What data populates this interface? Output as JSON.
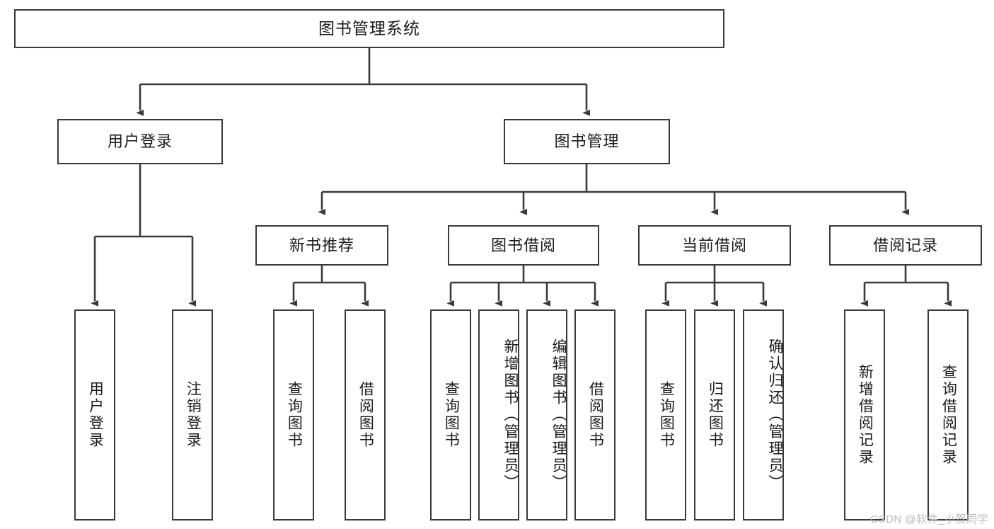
{
  "diagram": {
    "title": "图书管理系统",
    "type": "tree",
    "root": {
      "id": "root",
      "label": "图书管理系统"
    },
    "level1": [
      {
        "id": "user-login",
        "label": "用户登录"
      },
      {
        "id": "book-manage",
        "label": "图书管理"
      }
    ],
    "level2": [
      {
        "id": "new-book-recommend",
        "label": "新书推荐",
        "parent": "book-manage"
      },
      {
        "id": "book-borrow",
        "label": "图书借阅",
        "parent": "book-manage"
      },
      {
        "id": "current-borrow",
        "label": "当前借阅",
        "parent": "book-manage"
      },
      {
        "id": "borrow-record",
        "label": "借阅记录",
        "parent": "book-manage"
      }
    ],
    "leaves": [
      {
        "id": "leaf-user-login",
        "label": "用户登录",
        "parent": "user-login"
      },
      {
        "id": "leaf-user-logout",
        "label": "注销登录",
        "parent": "user-login"
      },
      {
        "id": "leaf-query-book-1",
        "label": "查询图书",
        "parent": "new-book-recommend"
      },
      {
        "id": "leaf-borrow-book-1",
        "label": "借阅图书",
        "parent": "new-book-recommend"
      },
      {
        "id": "leaf-query-book-2",
        "label": "查询图书",
        "parent": "book-borrow"
      },
      {
        "id": "leaf-add-book",
        "label": "新增图书（管理员）",
        "parent": "book-borrow"
      },
      {
        "id": "leaf-edit-book",
        "label": "编辑图书（管理员）",
        "parent": "book-borrow"
      },
      {
        "id": "leaf-borrow-book-2",
        "label": "借阅图书",
        "parent": "book-borrow"
      },
      {
        "id": "leaf-query-book-3",
        "label": "查询图书",
        "parent": "current-borrow"
      },
      {
        "id": "leaf-return-book",
        "label": "归还图书",
        "parent": "current-borrow"
      },
      {
        "id": "leaf-confirm-return",
        "label": "确认归还（管理员）",
        "parent": "current-borrow"
      },
      {
        "id": "leaf-add-record",
        "label": "新增借阅记录",
        "parent": "borrow-record"
      },
      {
        "id": "leaf-query-record",
        "label": "查询借阅记录",
        "parent": "borrow-record"
      }
    ],
    "colors": {
      "stroke": "#3a3a3a",
      "text": "#1a1a1a",
      "background": "#ffffff",
      "watermark": "#b9b9b9"
    }
  },
  "watermark": {
    "text": "CSDN @软件_小贺同学"
  }
}
